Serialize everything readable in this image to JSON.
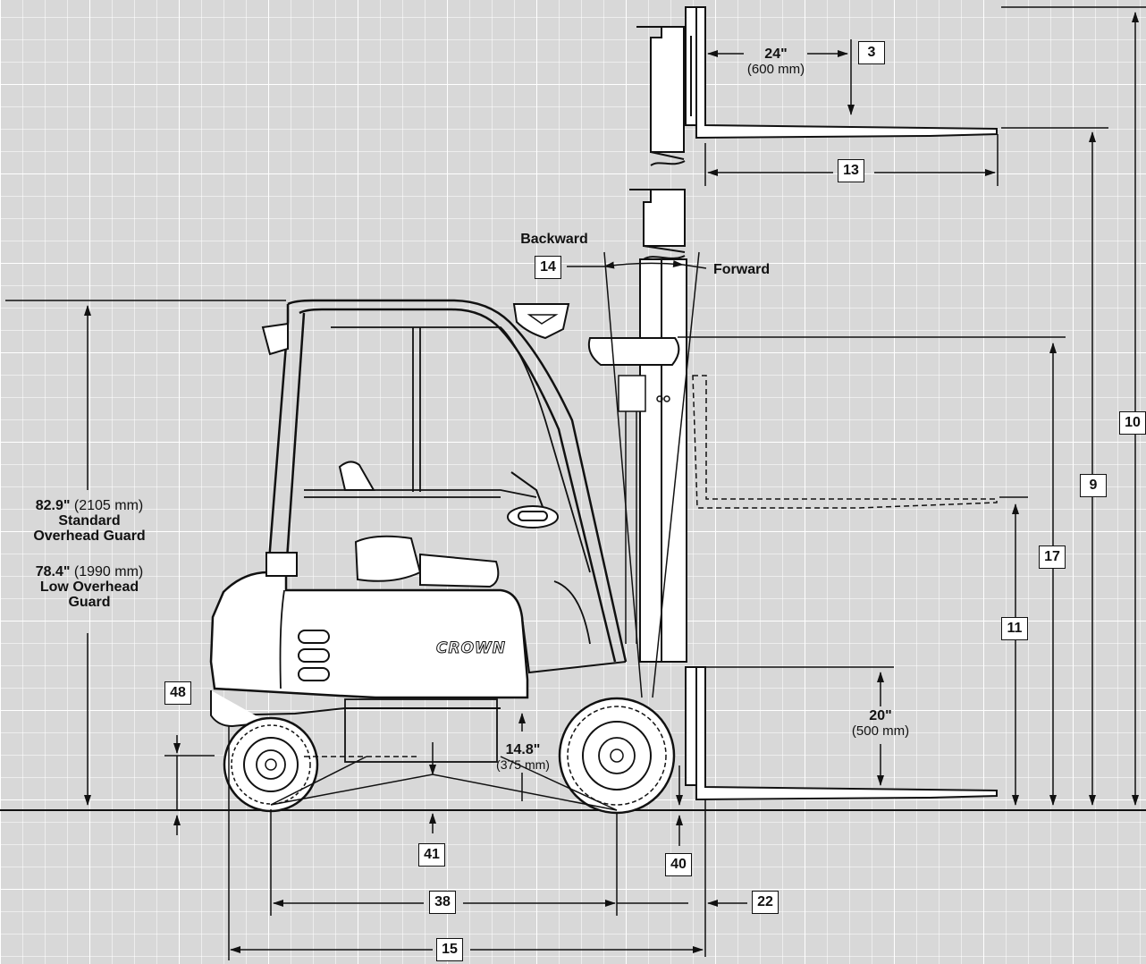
{
  "dimension_boxes": {
    "d3": "3",
    "d9": "9",
    "d10": "10",
    "d11": "11",
    "d13": "13",
    "d14": "14",
    "d15": "15",
    "d17": "17",
    "d22": "22",
    "d38": "38",
    "d40": "40",
    "d41": "41",
    "d48": "48"
  },
  "labels": {
    "load_center_value": "24\"",
    "load_center_metric": "(600 mm)",
    "backward": "Backward",
    "forward": "Forward",
    "std_guard_value": "82.9\"",
    "std_guard_metric": "(2105 mm)",
    "std_guard_line1": "Standard",
    "std_guard_line2": "Overhead Guard",
    "low_guard_value": "78.4\"",
    "low_guard_metric": "(1990 mm)",
    "low_guard_line1": "Low Overhead",
    "low_guard_line2": "Guard",
    "free_lift_value": "20\"",
    "free_lift_metric": "(500 mm)",
    "step_height_value": "14.8\"",
    "step_height_metric": "(375 mm)",
    "brand_logo": "CROWN"
  },
  "colors": {
    "background": "#d8d8d8",
    "grid_major": "#ffffff",
    "line": "#111111",
    "truck_fill": "#ffffff"
  }
}
